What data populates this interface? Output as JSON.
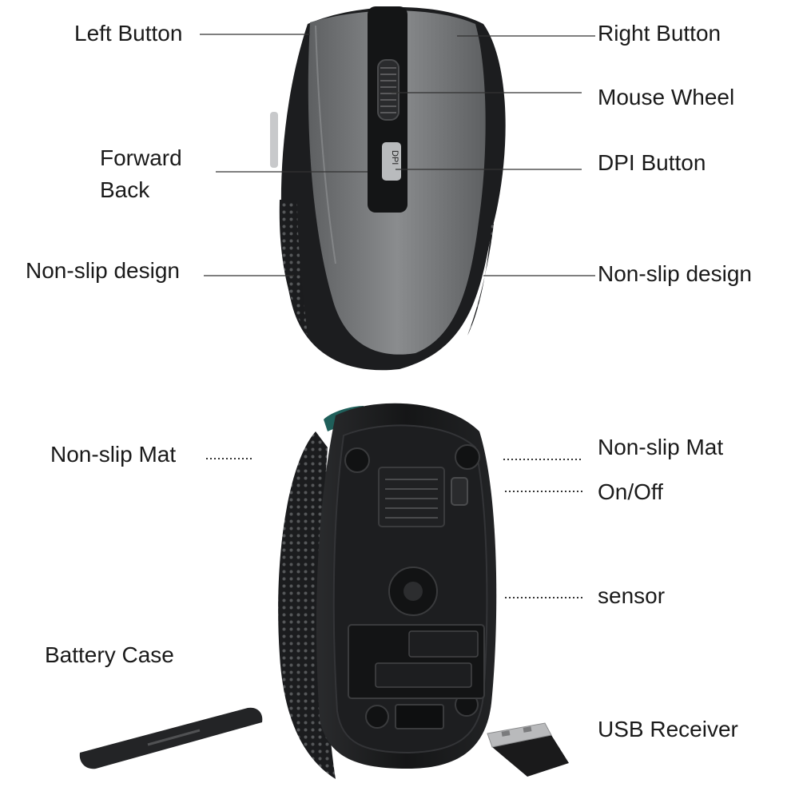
{
  "image": {
    "subject": "wireless-mouse-diagram",
    "background_color": "#ffffff",
    "mouse_colors": {
      "top_shell": "#7a7c7e",
      "side_grip": "#1c1d1f",
      "bottom": "#1a1a1a",
      "accent": "#1f5f5a"
    }
  },
  "top_view": {
    "left_button": "Left Button",
    "right_button": "Right Button",
    "mouse_wheel": "Mouse Wheel",
    "forward_back_line1": "Forward",
    "forward_back_line2": "Back",
    "dpi_button": "DPI Button",
    "non_slip_left": "Non-slip design",
    "non_slip_right": "Non-slip design",
    "dpi_icon_text": "DPI"
  },
  "bottom_view": {
    "non_slip_mat_left": "Non-slip Mat",
    "non_slip_mat_right": "Non-slip Mat",
    "on_off": "On/Off",
    "sensor": "sensor",
    "battery_case": "Battery Case",
    "usb_receiver": "USB Receiver"
  }
}
